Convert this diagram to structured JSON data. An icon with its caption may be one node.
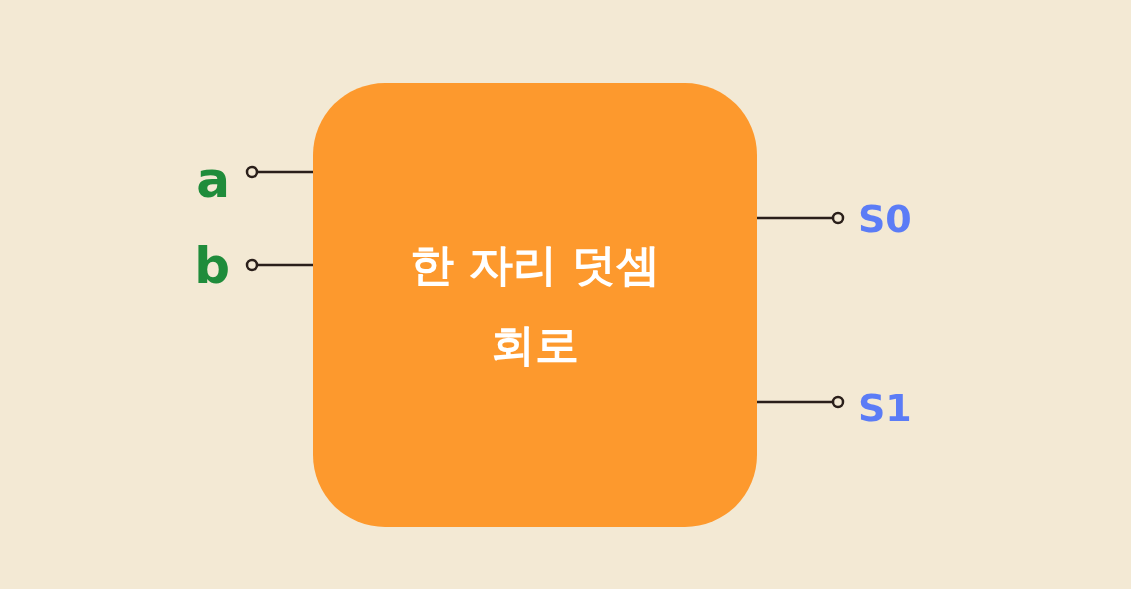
{
  "diagram": {
    "nodes": [
      {
        "text": [
          "한 자리 덧셈 회로"
        ]
      },
      {
        "text": [
          "a"
        ]
      },
      {
        "text": [
          "b"
        ]
      },
      {
        "text": [
          "S0"
        ]
      },
      {
        "text": [
          "S1"
        ]
      }
    ],
    "edges": [
      {
        "from": 1,
        "to": 0,
        "arrow": "other"
      },
      {
        "from": 2,
        "to": 0,
        "arrow": "other"
      },
      {
        "from": 3,
        "to": 0,
        "arrow": "other"
      },
      {
        "from": 4,
        "to": 0,
        "arrow": "other"
      }
    ]
  }
}
